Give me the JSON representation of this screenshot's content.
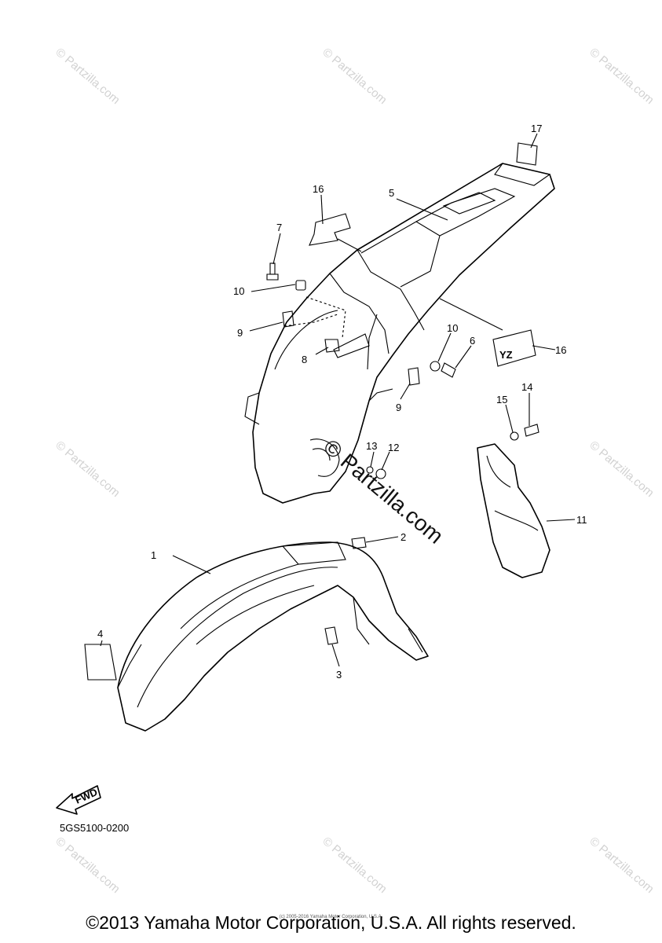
{
  "watermark": {
    "text": "© Partzilla.com",
    "center_text": "© Partzilla.com"
  },
  "callouts": {
    "c1": "1",
    "c2": "2",
    "c3": "3",
    "c4": "4",
    "c5": "5",
    "c6": "6",
    "c7": "7",
    "c8": "8",
    "c9a": "9",
    "c9b": "9",
    "c10a": "10",
    "c10b": "10",
    "c11": "11",
    "c12": "12",
    "c13": "13",
    "c14": "14",
    "c15": "15",
    "c16a": "16",
    "c16b": "16",
    "c17": "17"
  },
  "direction_arrow": {
    "label": "FWD"
  },
  "diagram_code": "5GS5100-0200",
  "footer": {
    "copyright": "©2013 Yamaha Motor Corporation, U.S.A. All rights reserved.",
    "fine_print": "(c) 2005-2016 Yamaha Motor Corporation, U.S.A."
  },
  "colors": {
    "line": "#000000",
    "watermark": "#d2d2d2",
    "background": "#ffffff"
  }
}
